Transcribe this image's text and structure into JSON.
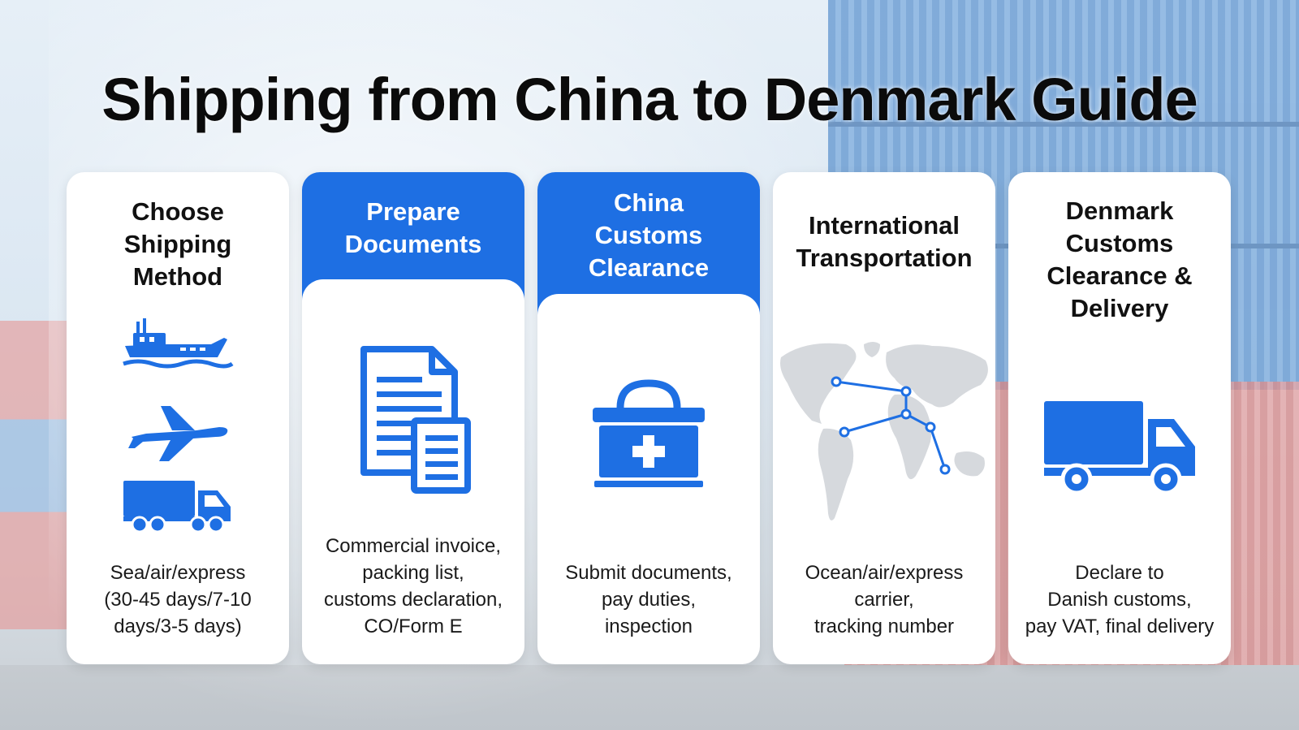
{
  "title": "Shipping from China to Denmark Guide",
  "colors": {
    "accent": "#1e6fe3",
    "card_bg": "#ffffff",
    "text": "#111111"
  },
  "cards": [
    {
      "title": "Choose\nShipping\nMethod",
      "description": "Sea/air/express\n(30-45 days/7-10\ndays/3-5 days)",
      "icons": [
        "ship-icon",
        "airplane-icon",
        "truck-icon"
      ],
      "highlight": false
    },
    {
      "title": "Prepare\nDocuments",
      "description": "Commercial invoice,\npacking list,\ncustoms declaration,\nCO/Form E",
      "icons": [
        "documents-icon"
      ],
      "highlight": true
    },
    {
      "title": "China\nCustoms\nClearance",
      "description": "Submit documents,\npay duties,\ninspection",
      "icons": [
        "medical-kit-icon"
      ],
      "highlight": true
    },
    {
      "title": "International\nTransportation",
      "description": "Ocean/air/express\ncarrier,\ntracking number",
      "icons": [
        "world-map-icon"
      ],
      "highlight": false
    },
    {
      "title": "Denmark\nCustoms\nClearance &\nDelivery",
      "description": "Declare to\nDanish customs,\npay VAT, final delivery",
      "icons": [
        "delivery-truck-icon"
      ],
      "highlight": false
    }
  ]
}
